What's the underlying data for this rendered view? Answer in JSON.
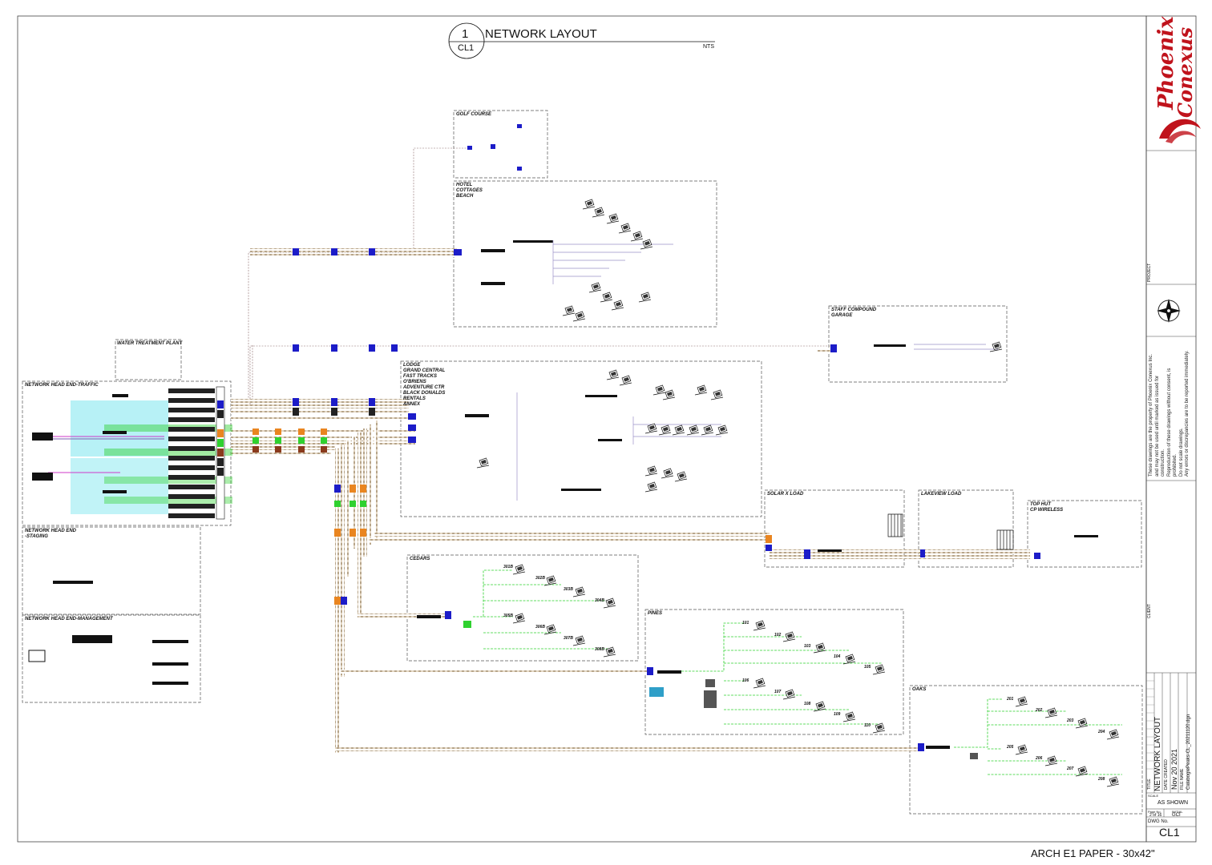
{
  "title": {
    "number": "1",
    "text": "NETWORK LAYOUT",
    "sheet": "CL1",
    "scale_note": "NTS"
  },
  "zones": {
    "golf_course": "GOLF COURSE",
    "hotel": "HOTEL\nCOTTAGES\nBEACH",
    "water_treatment": "WATER TREATMENT PLANT",
    "staff_compound": "STAFF COMPOUND\nGARAGE",
    "lodge": "LODGE\nGRAND CENTRAL\nFAST TRACKS\nO'BRIENS\nADVENTURE CTR\nBLACK DONALDS\nRENTALS\nANNEX",
    "head_traffic": "NETWORK HEAD END-TRAFFIC",
    "head_staging": "NETWORK HEAD END\n-STAGING",
    "head_management": "NETWORK HEAD END-MANAGEMENT",
    "solar": "SOLAR X LOAD",
    "lakeview": "LAKEVIEW LOAD",
    "tophut": "TOP HUT\nCP WIRELESS",
    "cedars": "CEDARS",
    "pines": "PINES",
    "oaks": "OAKS"
  },
  "units": {
    "cedars": [
      "301B",
      "302B",
      "303B",
      "304B",
      "305B",
      "306B",
      "307B",
      "308B"
    ],
    "pines": [
      "101",
      "102",
      "103",
      "104",
      "105",
      "106",
      "107",
      "108",
      "109",
      "110"
    ],
    "oaks": [
      "201",
      "202",
      "203",
      "204",
      "205",
      "206",
      "207",
      "208"
    ]
  },
  "title_block": {
    "disclaimer": [
      "These drawings are the property of Phoenix Conexus Inc.",
      "and may not be used until marked as issued for construction.",
      "Reproduction of these drawings without consent, is prohibited.",
      "Do not scale drawings.",
      "Any errors or discrepancies are to be reported immediately."
    ],
    "project_label": "PROJECT",
    "client_label": "CLIENT",
    "title_label": "TITLE",
    "drawing_title": "NETWORK LAYOUT",
    "date_label": "DATE CREATED",
    "date": "Nov 20 2021",
    "file_label": "FILE NAME",
    "file_name": "CalabogiePeaks-CL_20211120.dgn",
    "scale_label": "SCALE",
    "scale": "AS SHOWN",
    "page_label": "Page No.",
    "page": "2 of 16",
    "initial_label": "INITIAL",
    "initial": "GCI",
    "dwg_label": "DWG No.",
    "dwg": "CL1",
    "logo_line1": "Phoenix",
    "logo_line2": "Conexus",
    "paper": "ARCH E1 PAPER - 30x42\""
  },
  "colors": {
    "cable": "#b7a58a",
    "blue_port": "#1c1cc8",
    "accent_red": "#c0131c",
    "cyan": "#32d6e6",
    "green": "#2fd12f",
    "orange": "#e98520",
    "brown": "#8a3a1c",
    "magenta": "#cf38c8",
    "purple": "#7d5fb0"
  }
}
